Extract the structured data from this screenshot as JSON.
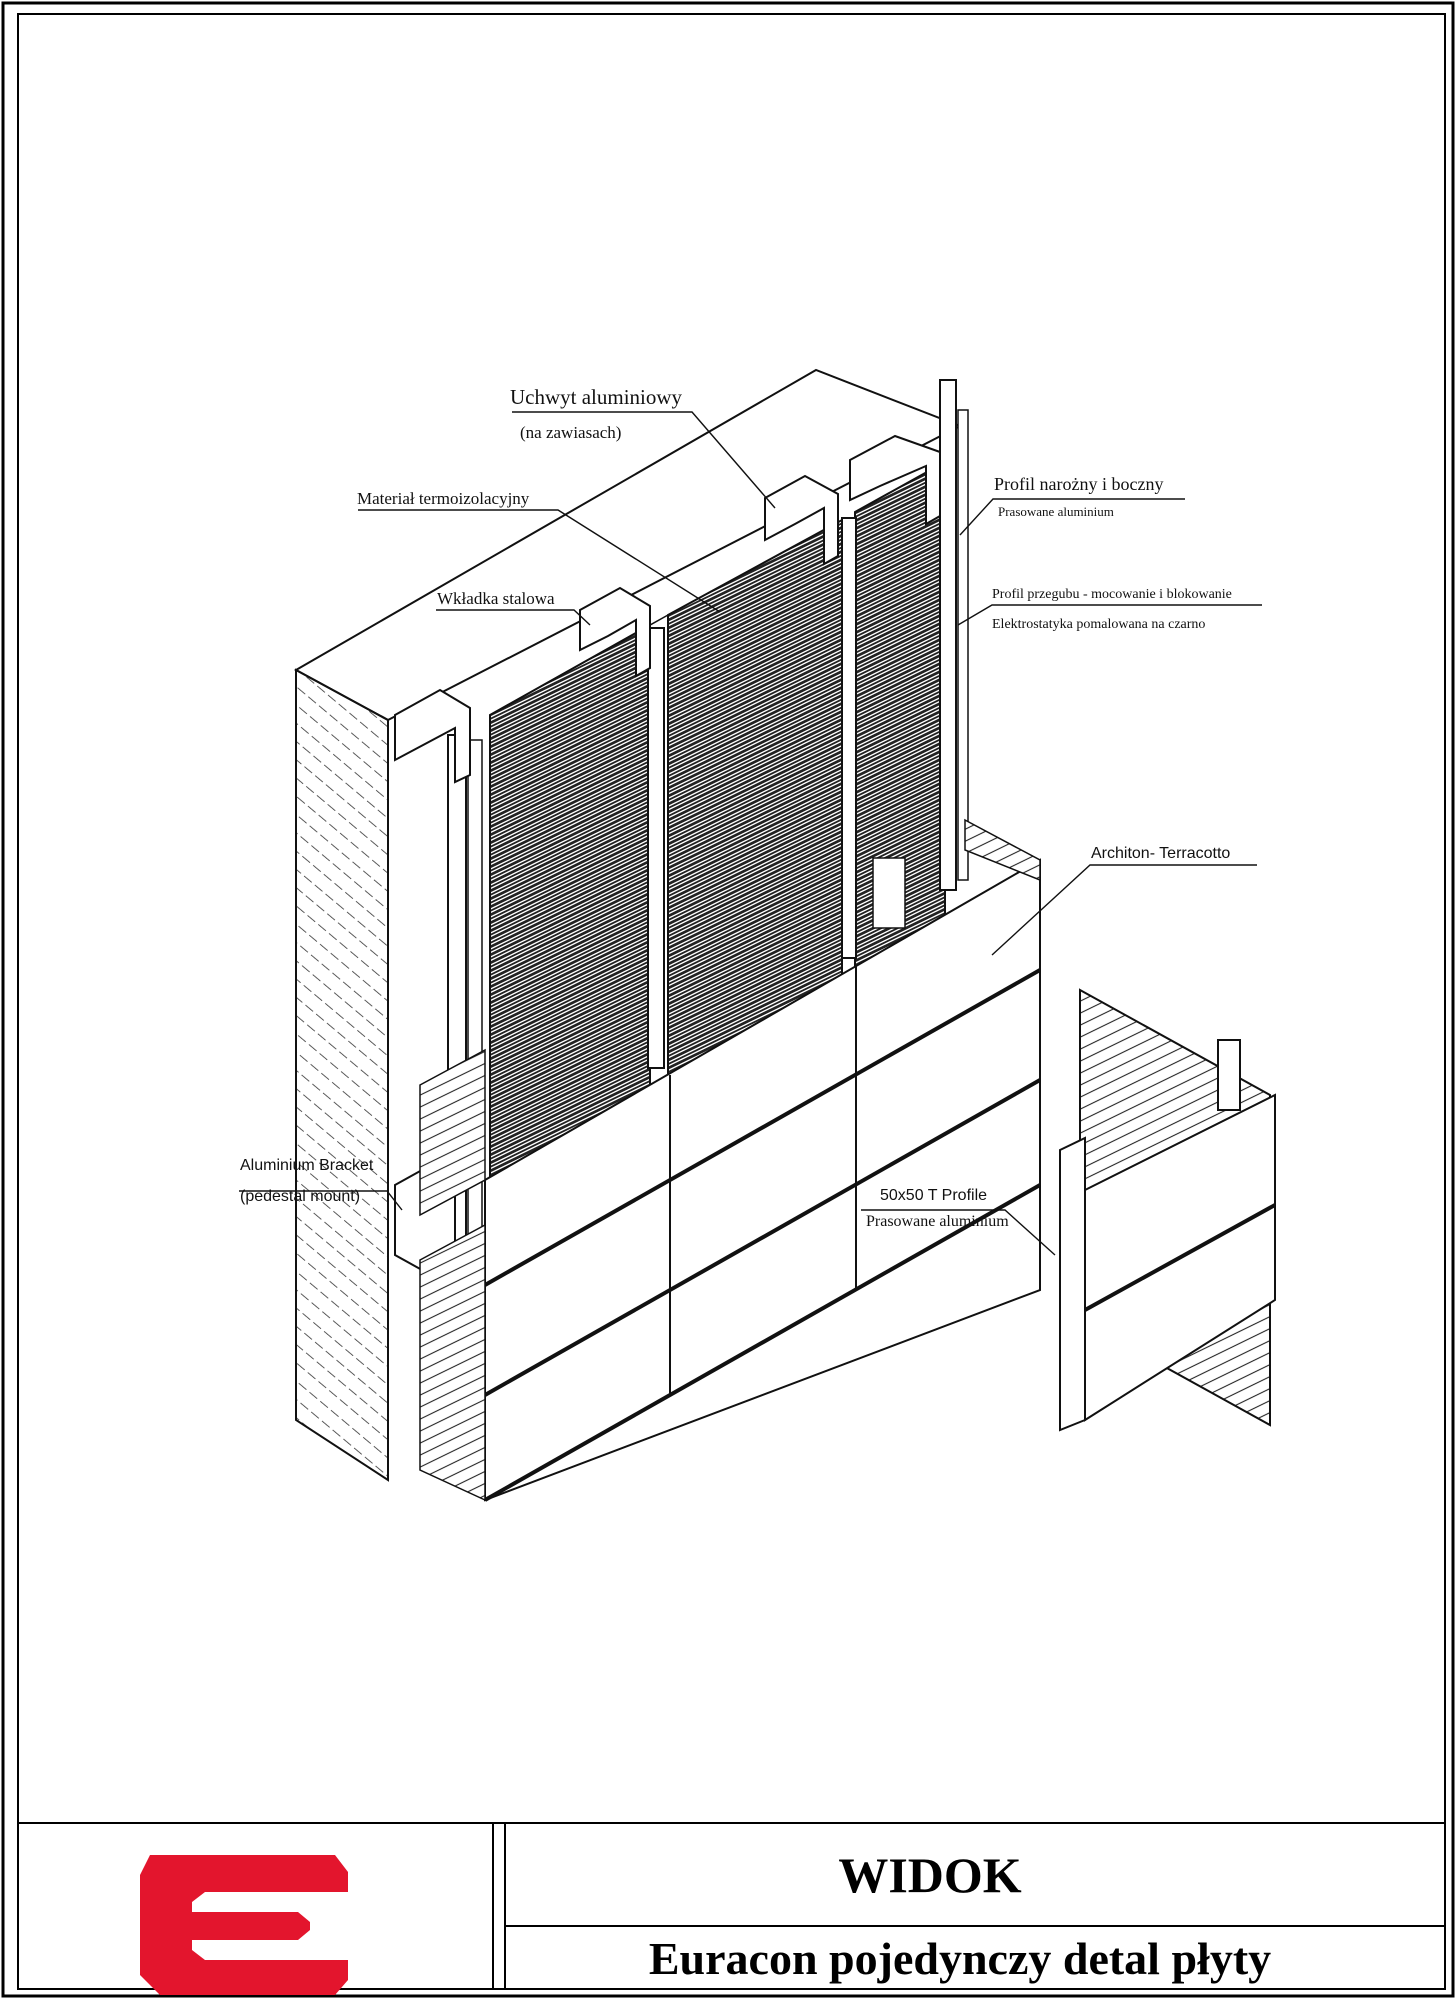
{
  "labels": {
    "uchwyt": "Uchwyt aluminiowy",
    "uchwyt_sub": "(na zawiasach)",
    "material": "Materiał termoizolacyjny",
    "wkladka": "Wkładka stalowa",
    "profil_narozny": "Profil narożny i boczny",
    "profil_narozny_sub": "Prasowane aluminium",
    "profil_przegubu": "Profil przegubu - mocowanie i blokowanie",
    "profil_przegubu_sub": "Elektrostatyka pomalowana na czarno",
    "architon": "Architon- Terracotto",
    "bracket": "Aluminium Bracket",
    "bracket_sub": "(pedestal mount)",
    "tprofile": "50x50 T Profile",
    "tprofile_sub": "Prasowane aluminium"
  },
  "title_block": {
    "title": "WIDOK",
    "subtitle": "Euracon pojedynczy detal płyty",
    "logo_color": "#e3152d"
  }
}
